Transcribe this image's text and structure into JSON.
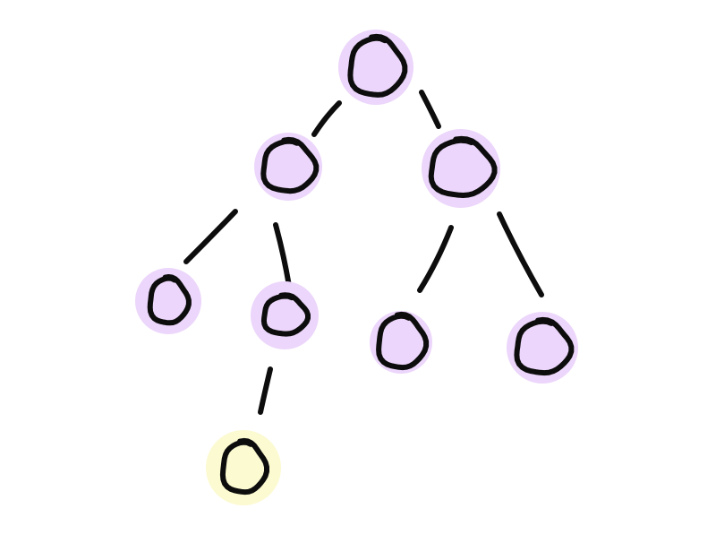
{
  "diagram": {
    "type": "binary-tree",
    "colors": {
      "node_fill": "#ecd6fb",
      "highlight_fill": "#fcfad0",
      "stroke": "#0d0d0d",
      "background": "#ffffff"
    },
    "nodes": [
      {
        "id": "root",
        "highlighted": false
      },
      {
        "id": "left",
        "highlighted": false
      },
      {
        "id": "right",
        "highlighted": false
      },
      {
        "id": "left-left",
        "highlighted": false
      },
      {
        "id": "left-right",
        "highlighted": false
      },
      {
        "id": "right-left",
        "highlighted": false
      },
      {
        "id": "right-right",
        "highlighted": false
      },
      {
        "id": "left-right-left",
        "highlighted": true
      }
    ],
    "edges": [
      {
        "from": "root",
        "to": "left"
      },
      {
        "from": "root",
        "to": "right"
      },
      {
        "from": "left",
        "to": "left-left"
      },
      {
        "from": "left",
        "to": "left-right"
      },
      {
        "from": "right",
        "to": "right-left"
      },
      {
        "from": "right",
        "to": "right-right"
      },
      {
        "from": "left-right",
        "to": "left-right-left"
      }
    ]
  }
}
